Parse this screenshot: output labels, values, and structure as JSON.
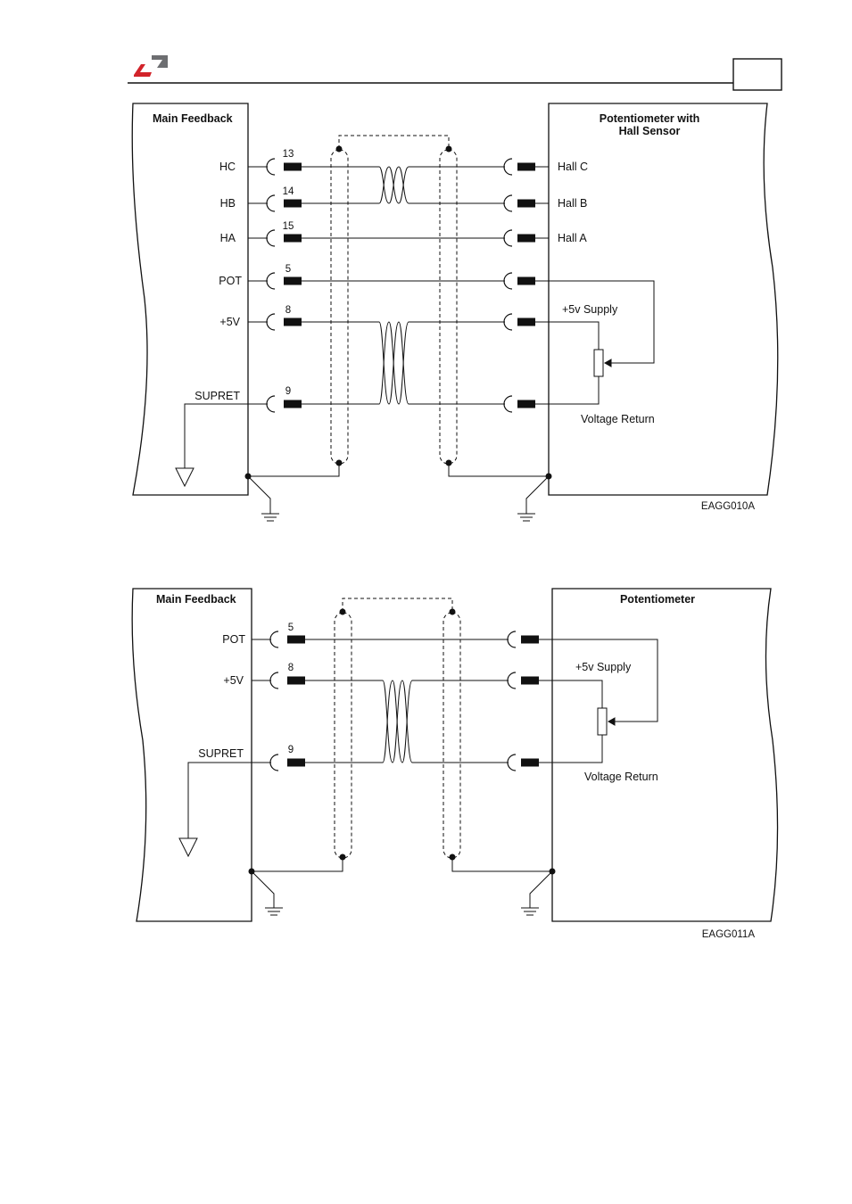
{
  "header": {
    "page_box": "",
    "logo_colors": {
      "red": "#d2232a",
      "grey": "#6d6e71"
    }
  },
  "diagram1": {
    "left_title": "Main Feedback",
    "right_title_line1": "Potentiometer with",
    "right_title_line2": "Hall Sensor",
    "left_signals": [
      "HC",
      "HB",
      "HA",
      "POT",
      "+5V",
      "SUPRET"
    ],
    "pins": [
      "13",
      "14",
      "15",
      "5",
      "8",
      "9"
    ],
    "right_signals": [
      "Hall C",
      "Hall B",
      "Hall A"
    ],
    "supply_label": "+5v Supply",
    "return_label": "Voltage Return",
    "code": "EAGG010A"
  },
  "diagram2": {
    "left_title": "Main Feedback",
    "right_title": "Potentiometer",
    "left_signals": [
      "POT",
      "+5V",
      "SUPRET"
    ],
    "pins": [
      "5",
      "8",
      "9"
    ],
    "supply_label": "+5v Supply",
    "return_label": "Voltage Return",
    "code": "EAGG011A"
  }
}
